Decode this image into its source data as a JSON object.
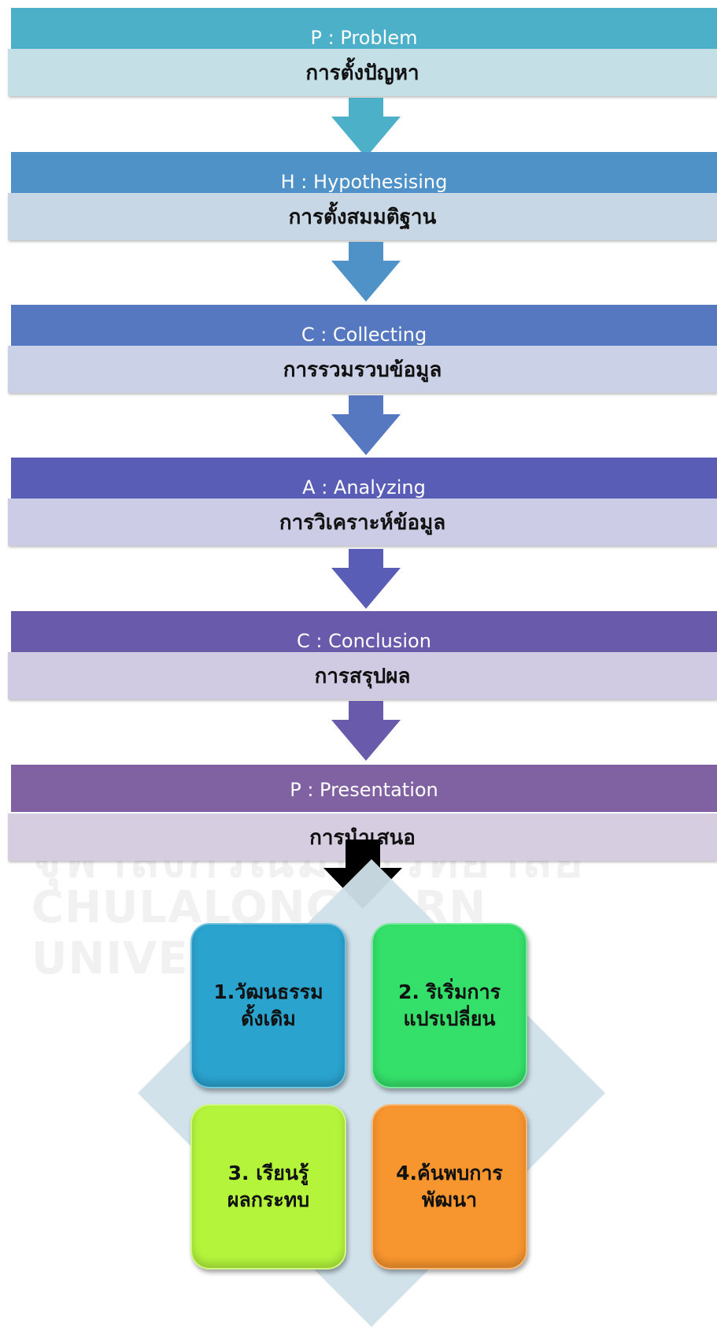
{
  "steps": [
    {
      "band_label": "P : Problem",
      "thai_label": "การตั้งปัญหา",
      "band_color": "#4bb0c8",
      "sub_color": "#c5dfe6"
    },
    {
      "band_label": "H : Hypothesising",
      "thai_label": "การตั้งสมมติฐาน",
      "band_color": "#4f92c8",
      "sub_color": "#c8d7e6"
    },
    {
      "band_label": "C : Collecting",
      "thai_label": "การรวมรวบข้อมูล",
      "band_color": "#5578c0",
      "sub_color": "#cbd1e6"
    },
    {
      "band_label": "A : Analyzing",
      "thai_label": "การวิเคราะห์ข้อมูล",
      "band_color": "#5a5db5",
      "sub_color": "#cccce6"
    },
    {
      "band_label": "C : Conclusion",
      "thai_label": "การสรุปผล",
      "band_color": "#6a5aab",
      "sub_color": "#d0cbe2"
    },
    {
      "band_label": "P : Presentation",
      "thai_label": "การนำเสนอ",
      "band_color": "#8062a3",
      "sub_color": "#d7cde0"
    }
  ],
  "quadrants": [
    {
      "text": "1.วัฒนธรรม\nดั้งเดิม",
      "color": "#2aa3cf"
    },
    {
      "text": "2. ริเริ่มการ\nแปรเปลี่ยน",
      "color": "#34e06a"
    },
    {
      "text": "3. เรียนรู้\nผลกระทบ",
      "color": "#b4f53c"
    },
    {
      "text": "4.ค้นพบการ\nพัฒนา",
      "color": "#f7952e"
    }
  ],
  "watermark": {
    "thai": "จุฬาลงกรณ์มหาวิทยาลัย",
    "english": "CHULALONGKORN UNIVERSITY"
  },
  "colors": {
    "diamond": "#cfe0ea",
    "final_arrow": "#000000"
  }
}
